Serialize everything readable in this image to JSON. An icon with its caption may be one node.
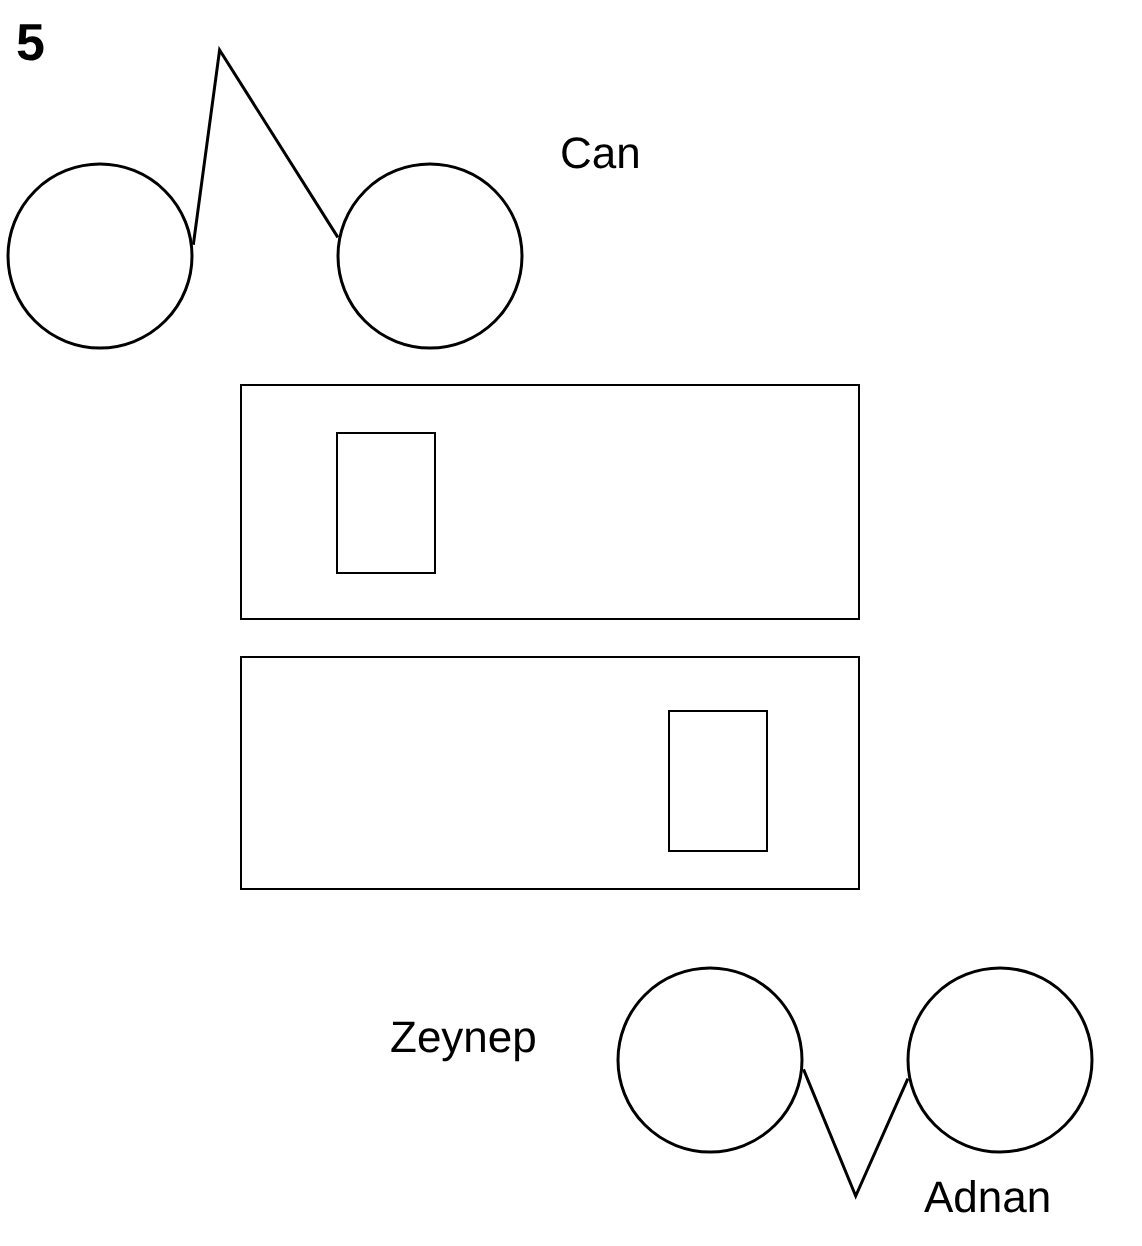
{
  "diagram": {
    "nodes": [
      {
        "text": [],
        "shape": "circle"
      },
      {
        "text": [],
        "shape": "circle"
      },
      {
        "text": [],
        "shape": "box"
      },
      {
        "text": [],
        "shape": "box",
        "in": 2
      },
      {
        "text": [],
        "shape": "box"
      },
      {
        "text": [],
        "shape": "box",
        "in": 4
      },
      {
        "text": [],
        "shape": "circle"
      },
      {
        "text": [],
        "shape": "circle"
      }
    ],
    "edges": [
      {
        "from": 0,
        "to": 1,
        "arrow": "none"
      },
      {
        "from": 6,
        "to": 7,
        "arrow": "none"
      }
    ],
    "labels": [
      "5",
      "Can",
      "Zeynep",
      "Adnan"
    ]
  }
}
